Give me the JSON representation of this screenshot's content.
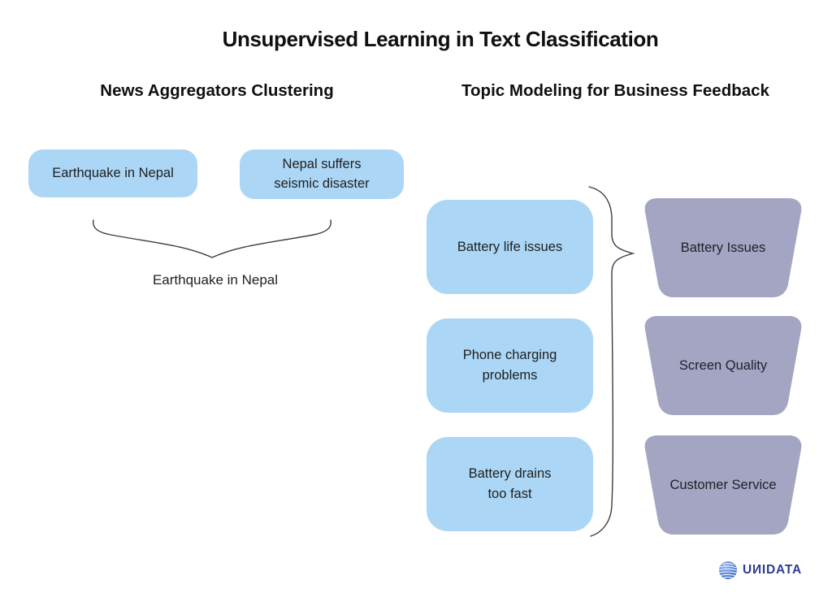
{
  "title": "Unsupervised Learning in Text Classification",
  "left_section": {
    "heading": "News Aggregators Clustering",
    "documents": [
      {
        "lines": [
          "Earthquake in Nepal"
        ]
      },
      {
        "lines": [
          "Nepal suffers",
          "seismic disaster"
        ]
      }
    ],
    "cluster_label": "Earthquake in Nepal"
  },
  "right_section": {
    "heading": "Topic Modeling for Business Feedback",
    "feedback_items": [
      {
        "lines": [
          "Battery life issues"
        ]
      },
      {
        "lines": [
          "Phone charging",
          "problems"
        ]
      },
      {
        "lines": [
          "Battery drains",
          "too fast"
        ]
      }
    ],
    "topics": [
      {
        "label": "Battery Issues"
      },
      {
        "label": "Screen Quality"
      },
      {
        "label": "Customer Service"
      }
    ]
  },
  "logo": {
    "text": "UИIDATA"
  },
  "colors": {
    "doc_box": "#abd6f5",
    "topic_shape": "#a3a5c3",
    "brace": "#3d3d3d",
    "text_dark": "#1f1f1f",
    "logo_navy": "#2e3c96",
    "globe_blue": "#4d7fd3"
  }
}
